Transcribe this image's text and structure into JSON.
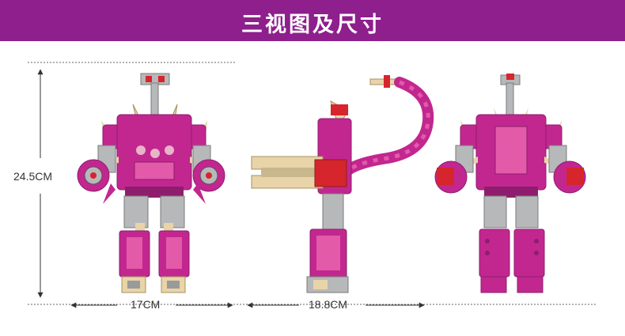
{
  "header": {
    "title": "三视图及尺寸",
    "background": "#8e1f8c",
    "text_color": "#ffffff"
  },
  "dimensions": {
    "height": "24.5CM",
    "front_width": "17CM",
    "side_width": "18.8CM"
  },
  "views": [
    {
      "view": "front"
    },
    {
      "view": "side"
    },
    {
      "view": "back"
    }
  ],
  "colors": {
    "magenta": "#c2278f",
    "magenta_dark": "#8e1d6e",
    "pink": "#e35aa9",
    "grey": "#b7b8ba",
    "tan": "#e8d4a8",
    "red": "#d6252c"
  }
}
